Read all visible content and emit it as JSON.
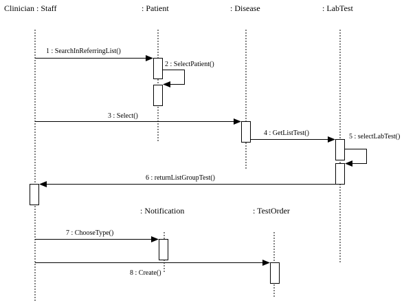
{
  "diagram": {
    "type": "sequence",
    "objects": [
      {
        "id": "staff",
        "label": "Clinician : Staff"
      },
      {
        "id": "patient",
        "label": ": Patient"
      },
      {
        "id": "disease",
        "label": ": Disease"
      },
      {
        "id": "labtest",
        "label": ": LabTest"
      },
      {
        "id": "notification",
        "label": ": Notification"
      },
      {
        "id": "testorder",
        "label": ": TestOrder"
      }
    ],
    "messages": [
      {
        "seq": 1,
        "label": "1 : SearchInReferringList()",
        "from": "staff",
        "to": "patient"
      },
      {
        "seq": 2,
        "label": "2 : SelectPatient()",
        "from": "patient",
        "to": "patient"
      },
      {
        "seq": 3,
        "label": "3 : Select()",
        "from": "staff",
        "to": "disease"
      },
      {
        "seq": 4,
        "label": "4 : GetListTest()",
        "from": "disease",
        "to": "labtest"
      },
      {
        "seq": 5,
        "label": "5 : selectLabTest()",
        "from": "labtest",
        "to": "labtest"
      },
      {
        "seq": 6,
        "label": "6 : returnListGroupTest()",
        "from": "labtest",
        "to": "staff"
      },
      {
        "seq": 7,
        "label": "7 : ChooseType()",
        "from": "staff",
        "to": "notification"
      },
      {
        "seq": 8,
        "label": "8 : Create()",
        "from": "staff",
        "to": "testorder"
      }
    ]
  }
}
